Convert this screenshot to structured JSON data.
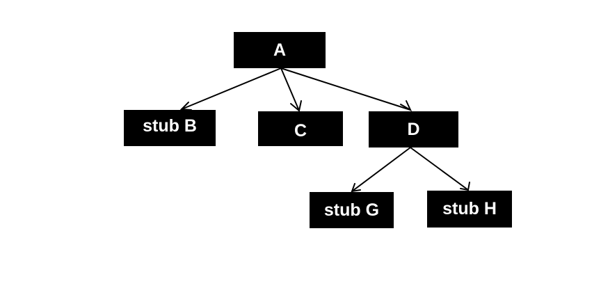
{
  "nodes": {
    "a": {
      "label": "A"
    },
    "b": {
      "label": "stub B"
    },
    "c": {
      "label": "C"
    },
    "d": {
      "label": "D"
    },
    "g": {
      "label": "stub G"
    },
    "h": {
      "label": "stub H"
    }
  },
  "edges": [
    {
      "from": "A",
      "to": "stub B"
    },
    {
      "from": "A",
      "to": "C"
    },
    {
      "from": "A",
      "to": "D"
    },
    {
      "from": "D",
      "to": "stub G"
    },
    {
      "from": "D",
      "to": "stub H"
    }
  ],
  "colors": {
    "node_fill": "#000000",
    "node_text": "#ffffff",
    "edge": "#000000",
    "background": "#ffffff"
  }
}
